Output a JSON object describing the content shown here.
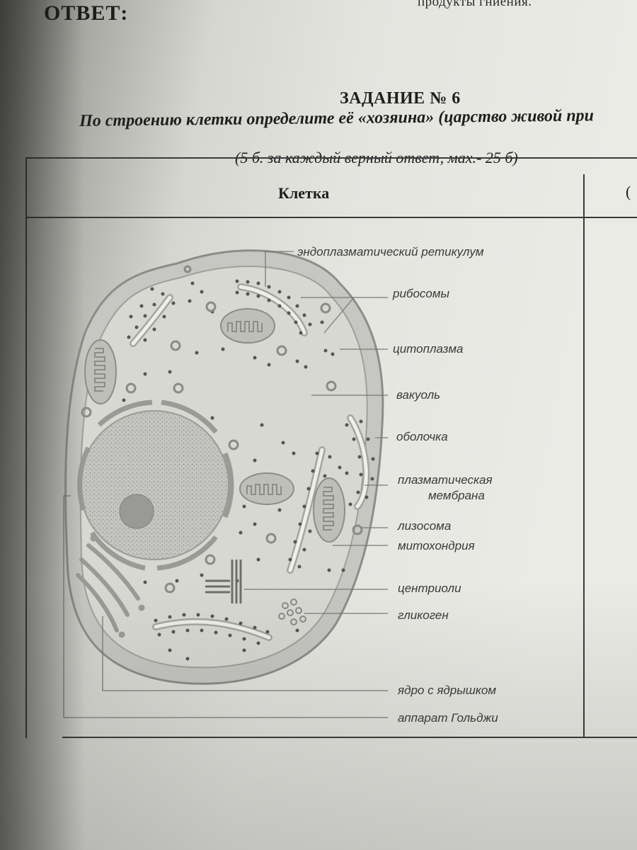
{
  "page": {
    "top_fragment": "продукты гниения.",
    "answer_label": "ОТВЕТ:",
    "task_title": "ЗАДАНИЕ № 6",
    "task_text": "По строению клетки определите её «хозяина» (царство живой при",
    "task_points": "(5 б. за каждый верный ответ, мах.- 25 б)",
    "table": {
      "header_cell": "Клетка",
      "header_cell_2": "("
    }
  },
  "diagram": {
    "labels": {
      "er": "эндоплазматический ретикулум",
      "ribosomes": "рибосомы",
      "cytoplasm": "цитоплазма",
      "vacuole": "вакуоль",
      "envelope": "оболочка",
      "membrane_1": "плазматическая",
      "membrane_2": "мембрана",
      "lysosome": "лизосома",
      "mitochondrion": "митохондрия",
      "centrioles": "центриоли",
      "glycogen": "гликоген",
      "nucleus": "ядро с ядрышком",
      "golgi": "аппарат Гольджи"
    }
  }
}
